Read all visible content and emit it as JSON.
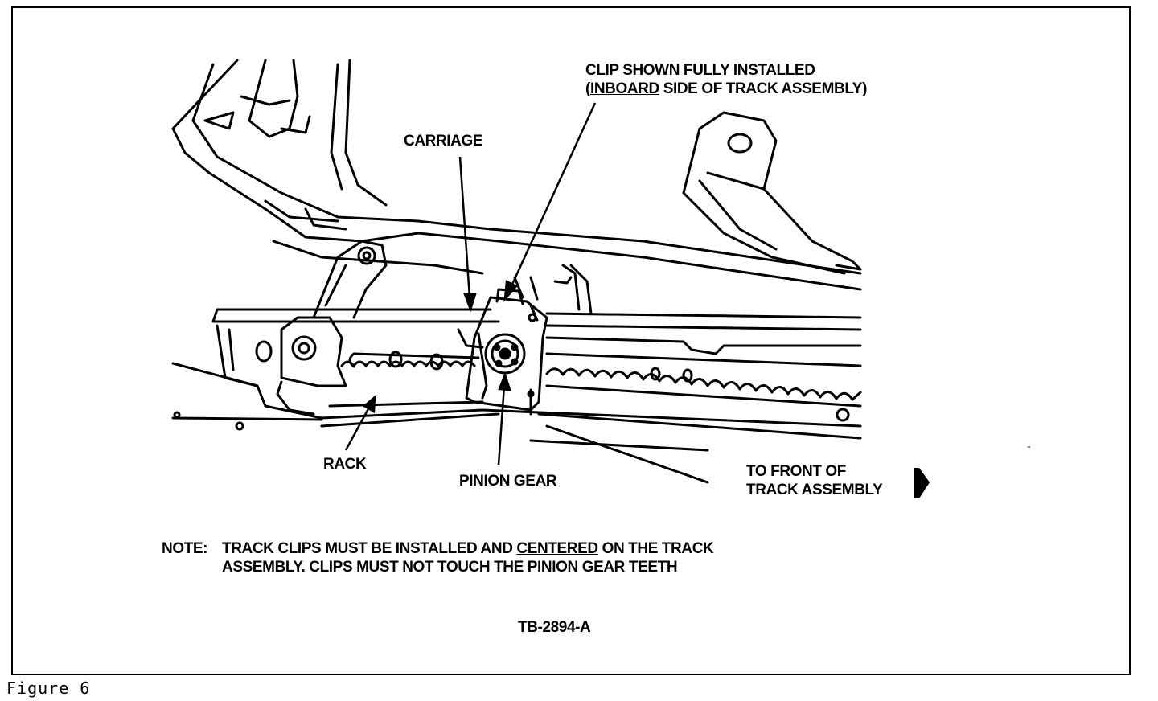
{
  "callouts": {
    "clip_line1_prefix": "CLIP SHOWN ",
    "clip_line1_u": "FULLY INSTALLED",
    "clip_line2_prefix": "(",
    "clip_line2_u": "INBOARD",
    "clip_line2_suffix": " SIDE OF TRACK ASSEMBLY)",
    "carriage": "CARRIAGE",
    "rack": "RACK",
    "pinion_gear": "PINION GEAR",
    "front_line1": "TO FRONT OF",
    "front_line2": "TRACK ASSEMBLY"
  },
  "note": {
    "label": "NOTE:",
    "line1_a": "TRACK CLIPS MUST BE INSTALLED AND ",
    "line1_u": "CENTERED",
    "line1_b": " ON THE TRACK",
    "line2": "ASSEMBLY. CLIPS MUST NOT TOUCH THE PINION GEAR TEETH"
  },
  "figure_id": "TB-2894-A",
  "caption": "Figure 6",
  "icons": {
    "direction": "arrow-right-icon"
  }
}
